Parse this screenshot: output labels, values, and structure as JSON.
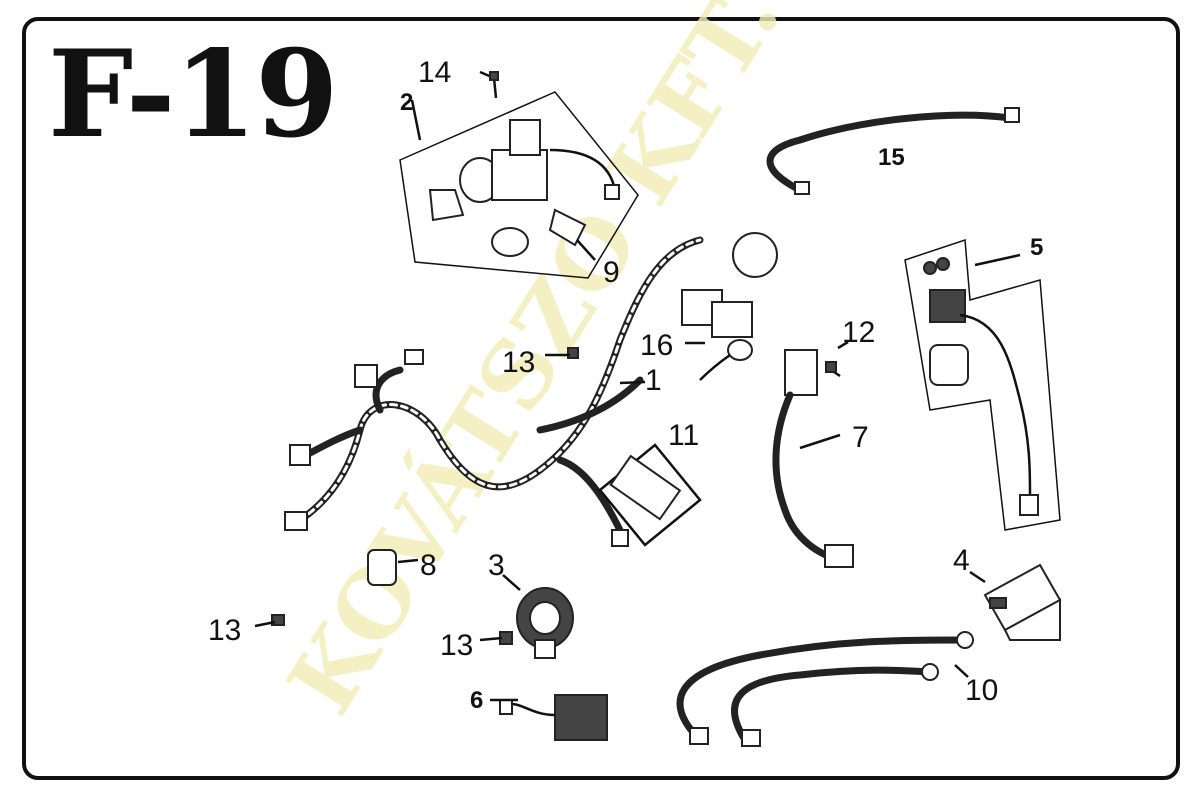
{
  "title": "F-19",
  "watermark": "KOVÁTSZO KFT.",
  "labels": {
    "l1": "1",
    "l2": "2",
    "l3": "3",
    "l4": "4",
    "l5": "5",
    "l6": "6",
    "l7": "7",
    "l8": "8",
    "l9": "9",
    "l10": "10",
    "l11": "11",
    "l12": "12",
    "l13a": "13",
    "l13b": "13",
    "l13c": "13",
    "l14": "14",
    "l15": "15",
    "l16": "16"
  }
}
